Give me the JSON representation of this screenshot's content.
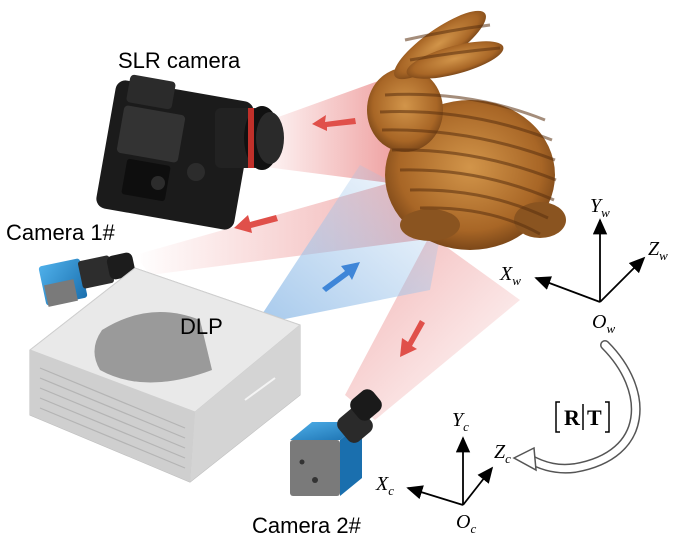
{
  "labels": {
    "slr_camera": "SLR camera",
    "camera1": "Camera 1#",
    "camera2": "Camera 2#",
    "dlp": "DLP"
  },
  "world_axes": {
    "x": "X",
    "x_sub": "w",
    "y": "Y",
    "y_sub": "w",
    "z": "Z",
    "z_sub": "w",
    "o": "O",
    "o_sub": "w"
  },
  "camera_axes": {
    "x": "X",
    "x_sub": "c",
    "y": "Y",
    "y_sub": "c",
    "z": "Z",
    "z_sub": "c",
    "o": "O",
    "o_sub": "c"
  },
  "transform": {
    "r": "R",
    "t": "T"
  },
  "colors": {
    "red_beam": "#e87a7a",
    "red_arrow": "#e0504a",
    "blue_beam": "#9cc3ea",
    "blue_arrow": "#3f86d8",
    "bunny": "#b0722a",
    "projector": "#d9d9d9",
    "camera_blue": "#2a8fd0"
  }
}
